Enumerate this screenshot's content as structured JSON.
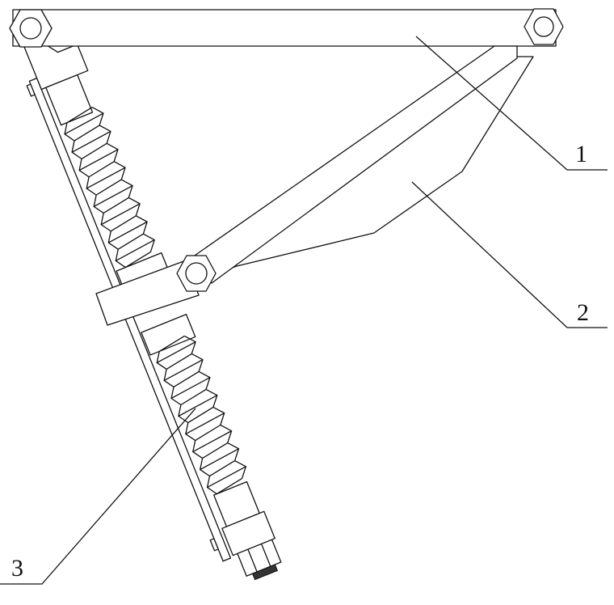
{
  "labels": {
    "part_1": "1",
    "part_2": "2",
    "part_3": "3"
  },
  "colors": {
    "line": "#111111",
    "background": "#ffffff"
  }
}
